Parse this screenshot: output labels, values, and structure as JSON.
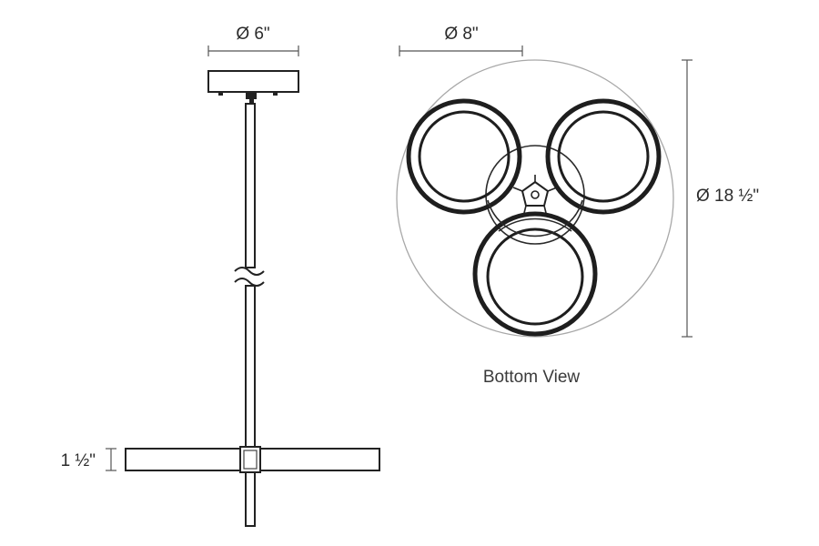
{
  "dimensions": {
    "canopy_diameter": "Ø 6\"",
    "ring_diameter": "Ø 8\"",
    "overall_diameter": "Ø 18 ½\"",
    "arm_height": "1 ½\""
  },
  "captions": {
    "bottom_view": "Bottom View"
  }
}
